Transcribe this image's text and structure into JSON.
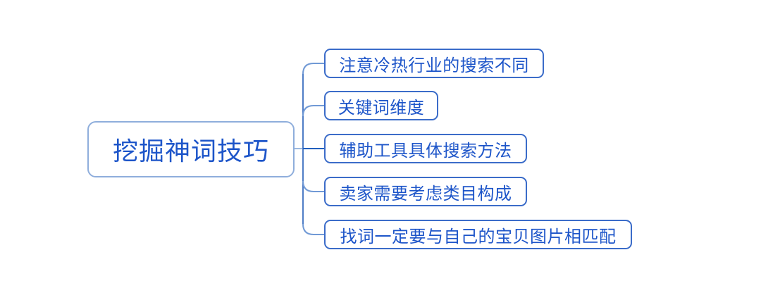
{
  "diagram": {
    "type": "mindmap",
    "root": {
      "label": "挖掘神词技巧"
    },
    "children": [
      {
        "label": "注意冷热行业的搜索不同"
      },
      {
        "label": "关键词维度"
      },
      {
        "label": "辅助工具具体搜索方法"
      },
      {
        "label": "卖家需要考虑类目构成"
      },
      {
        "label": "找词一定要与自己的宝贝图片相匹配"
      }
    ],
    "colors": {
      "background": "#ffffff",
      "text": "#1d55c9",
      "root_border": "#8faedc",
      "child_border": "#3b6cc9",
      "line_light": "#9cb8e0",
      "line_mid": "#7099d5",
      "line_spine": "#4f7dc6",
      "line_dark": "#2160be"
    }
  }
}
